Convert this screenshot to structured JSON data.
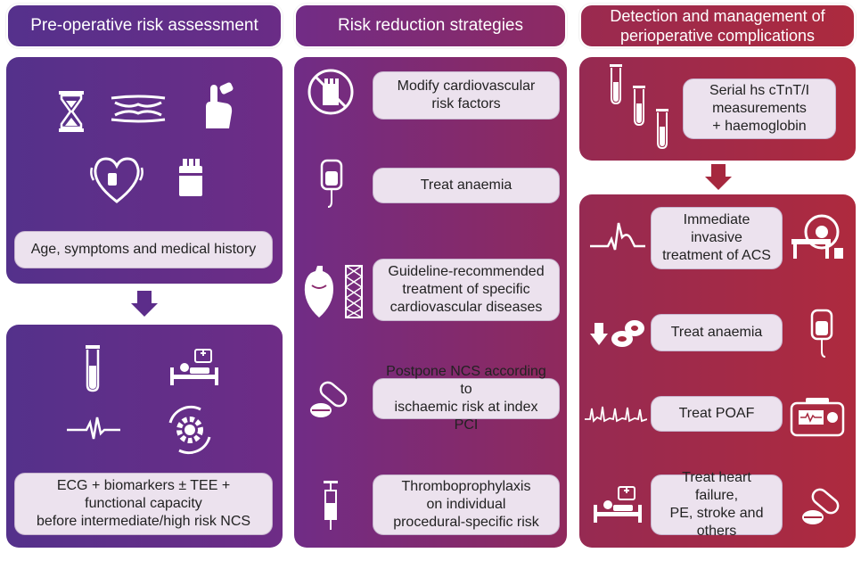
{
  "columns": [
    {
      "header": "Pre-operative risk assessment",
      "boxes": [
        {
          "text": "Age, symptoms and medical history"
        },
        {
          "text": "ECG + biomarkers ± TEE +\nfunctional capacity\nbefore intermediate/high risk NCS"
        }
      ]
    },
    {
      "header": "Risk reduction strategies",
      "boxes": [
        {
          "text": "Modify cardiovascular\nrisk factors"
        },
        {
          "text": "Treat anaemia"
        },
        {
          "text": "Guideline-recommended\ntreatment of specific\ncardiovascular diseases"
        },
        {
          "text": "Postpone NCS according to\nischaemic risk at index PCI"
        },
        {
          "text": "Thromboprophylaxis\non individual\nprocedural-specific risk"
        }
      ]
    },
    {
      "header": "Detection and management of\nperioperative complications",
      "boxes": [
        {
          "text": "Serial hs cTnT/I\nmeasurements\n+ haemoglobin"
        },
        {
          "text": "Immediate invasive\ntreatment of ACS"
        },
        {
          "text": "Treat anaemia"
        },
        {
          "text": "Treat POAF"
        },
        {
          "text": "Treat heart failure,\nPE, stroke and\nothers"
        }
      ]
    }
  ],
  "icons": [
    "hourglass-icon",
    "artery-plaque-icon",
    "finger-glucose-icon",
    "heart-monitor-icon",
    "cigarette-pack-icon",
    "test-tube-icon",
    "hospital-bed-icon",
    "ecg-wave-icon",
    "gear-cycle-icon",
    "no-smoking-icon",
    "blood-bag-icon",
    "heart-anatomy-icon",
    "stent-icon",
    "pill-icon",
    "syringe-icon",
    "test-tubes-icon",
    "ecg-st-icon",
    "cath-lab-icon",
    "down-arrow-icon",
    "blood-cells-icon",
    "blood-bag-icon",
    "af-ecg-icon",
    "defibrillator-icon",
    "hospital-bed-icon",
    "pill-icon"
  ],
  "colors": {
    "col1": "#5c2d8a",
    "col2": "#8a2a6e",
    "col3": "#a6283e",
    "pill": "#ece2ee"
  }
}
